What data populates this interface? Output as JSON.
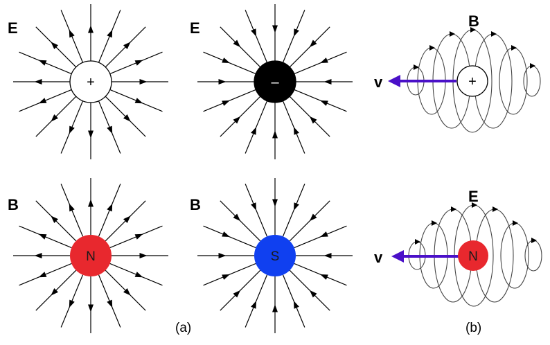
{
  "panel_a": {
    "caption": "(a)",
    "fields": [
      {
        "key": "e-positive",
        "field_label": "E",
        "center_text": "+",
        "fill": "#ffffff",
        "text_color": "#000000",
        "direction": "out"
      },
      {
        "key": "e-negative",
        "field_label": "E",
        "center_text": "–",
        "fill": "#000000",
        "text_color": "#ffffff",
        "direction": "in"
      },
      {
        "key": "b-north",
        "field_label": "B",
        "center_text": "N",
        "fill": "#e8282e",
        "text_color": "#1a1a1a",
        "direction": "out"
      },
      {
        "key": "b-south",
        "field_label": "B",
        "center_text": "S",
        "fill": "#1040f0",
        "text_color": "#1a1a1a",
        "direction": "in"
      }
    ]
  },
  "panel_b": {
    "caption": "(b)",
    "moving": [
      {
        "key": "moving-charge",
        "field_label": "B",
        "velocity_label": "v",
        "center_text": "+",
        "fill": "#ffffff"
      },
      {
        "key": "moving-pole",
        "field_label": "E",
        "velocity_label": "v",
        "center_text": "N",
        "fill": "#e8282e"
      }
    ],
    "arrow_color": "#4a10c8"
  }
}
